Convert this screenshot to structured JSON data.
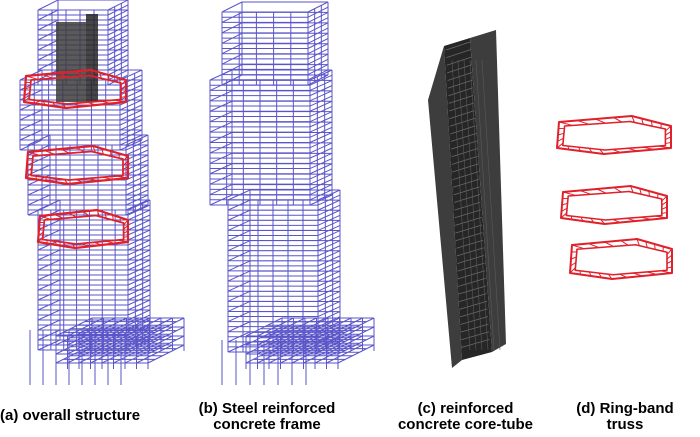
{
  "captions": {
    "a": "(a) overall structure",
    "b_line1": "(b) Steel reinforced",
    "b_line2": "concrete frame",
    "c_line1": "(c) reinforced",
    "c_line2": "concrete core-tube",
    "d_line1": "(d) Ring-band",
    "d_line2": "truss"
  },
  "colors": {
    "frame": "#5a55c8",
    "frame_light": "#8f8be0",
    "core": "#3d3d3d",
    "core_dark": "#262626",
    "truss": "#e0202a"
  }
}
